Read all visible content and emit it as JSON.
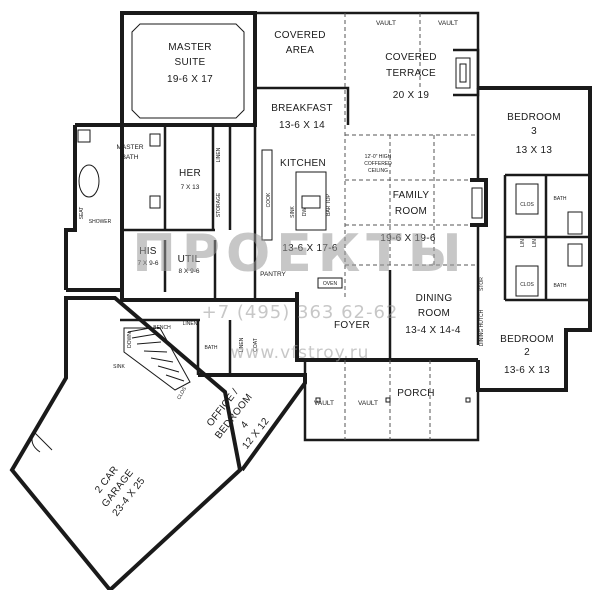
{
  "rooms": {
    "master_suite": {
      "name_line1": "MASTER",
      "name_line2": "SUITE",
      "dims": "19-6 X 17"
    },
    "covered_area": {
      "name_line1": "COVERED",
      "name_line2": "AREA"
    },
    "covered_terrace": {
      "name_line1": "COVERED",
      "name_line2": "TERRACE",
      "dims": "20 X 19"
    },
    "breakfast": {
      "name": "BREAKFAST",
      "dims": "13-6 X 14"
    },
    "kitchen": {
      "name": "KITCHEN",
      "dims": "13-6 X 17-6"
    },
    "bedroom3": {
      "name": "BEDROOM",
      "number": "3",
      "dims": "13 X 13"
    },
    "master_bath": {
      "name_line1": "MASTER",
      "name_line2": "BATH"
    },
    "her": {
      "name": "HER",
      "dims": "7 X 13"
    },
    "his": {
      "name": "HIS",
      "dims": "7 X 9-6"
    },
    "util": {
      "name": "UTIL",
      "dims": "8 X 9-6"
    },
    "family_room": {
      "name_line1": "FAMILY",
      "name_line2": "ROOM",
      "dims": "19-6 X 19-6"
    },
    "dining_room": {
      "name_line1": "DINING",
      "name_line2": "ROOM",
      "dims": "13-4 X 14-4"
    },
    "foyer": {
      "name": "FOYER"
    },
    "bedroom2": {
      "name": "BEDROOM",
      "number": "2",
      "dims": "13-6 X 13"
    },
    "porch": {
      "name": "PORCH"
    },
    "office": {
      "name_line1": "OFFICE /",
      "name_line2": "BEDROOM",
      "number": "4",
      "dims": "12 X 12"
    },
    "garage": {
      "name_line1": "2 CAR",
      "name_line2": "GARAGE",
      "dims": "23-4 X 25"
    }
  },
  "labels": {
    "vault": "VAULT",
    "seat": "SEAT",
    "shower": "SHOWER",
    "linen": "LINEN",
    "storage": "STORAGE",
    "cook": "COOK",
    "sink": "SINK",
    "dw": "DW",
    "bar_top": "BAR TOP",
    "pantry": "PANTRY",
    "oven": "OVEN",
    "ceiling_line1": "12'-0\" HIGH",
    "ceiling_line2": "COFFERED",
    "ceiling_line3": "CEILING",
    "clos": "CLOS",
    "bath": "BATH",
    "lin": "LIN",
    "bench": "BENCH",
    "coat": "COAT",
    "down": "DOWN",
    "dining_hutch": "DINING HUTCH",
    "stor": "STOR"
  },
  "watermark": {
    "brand": "ПРОЕКТЫ",
    "phone": "+7 (495) 363 62-62",
    "site": "www.vfstroy.ru"
  }
}
